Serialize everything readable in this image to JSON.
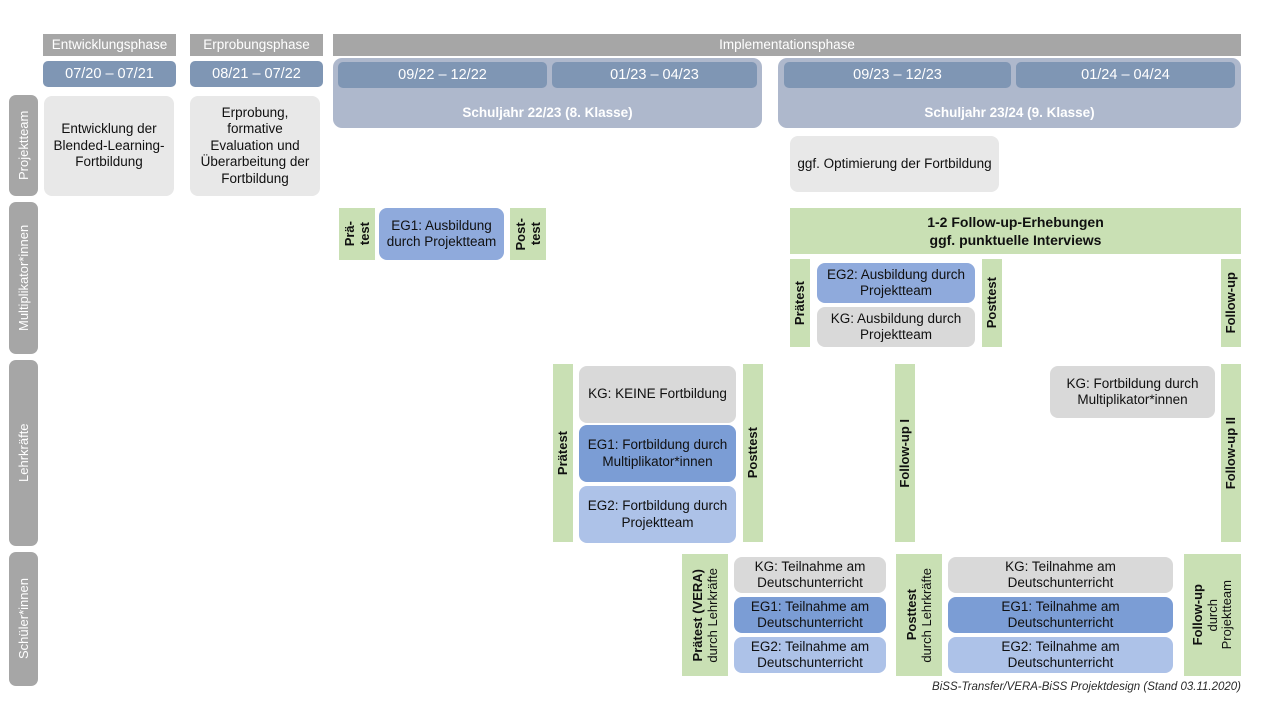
{
  "phases": [
    {
      "name": "phase-entwicklung",
      "label": "Entwicklungsphase"
    },
    {
      "name": "phase-erprobung",
      "label": "Erprobungsphase"
    },
    {
      "name": "phase-implementation",
      "label": "Implementationsphase"
    }
  ],
  "date_bars": [
    {
      "label": "07/20 – 07/21"
    },
    {
      "label": "08/21 – 07/22"
    },
    {
      "label": "09/22 – 12/22"
    },
    {
      "label": "01/23 – 04/23"
    },
    {
      "label": "09/23 – 12/23"
    },
    {
      "label": "01/24 – 04/24"
    }
  ],
  "school_years": [
    {
      "label": "Schuljahr 22/23 (8. Klasse)"
    },
    {
      "label": "Schuljahr 23/24 (9. Klasse)"
    }
  ],
  "row_labels": [
    {
      "label": "Projektteam"
    },
    {
      "label": "Multiplikator*innen"
    },
    {
      "label": "Lehrkräfte"
    },
    {
      "label": "Schüler*innen"
    }
  ],
  "projektteam": {
    "entwicklung": "Entwicklung der Blended-Learning-Fortbildung",
    "erprobung": "Erprobung, formative Evaluation und Überarbeitung der Fortbildung",
    "optimierung": "ggf. Optimierung der Fortbildung"
  },
  "multiplikatoren": {
    "praetest_line1": "Prä-",
    "praetest_line2": "test",
    "posttest_line1": "Post-",
    "posttest_line2": "test",
    "eg1": "EG1: Ausbildung durch Projektteam",
    "followup_band_line1": "1-2 Follow-up-Erhebungen",
    "followup_band_line2": "ggf. punktuelle Interviews",
    "praetest2": "Prätest",
    "posttest2": "Posttest",
    "followup": "Follow-up",
    "eg2": "EG2: Ausbildung durch Projektteam",
    "kg": "KG: Ausbildung durch Projektteam"
  },
  "lehrkraefte": {
    "praetest": "Prätest",
    "posttest": "Posttest",
    "followup1": "Follow-up I",
    "followup2": "Follow-up II",
    "kg_keine": "KG:  KEINE Fortbildung",
    "eg1": "EG1: Fortbildung durch Multiplikator*innen",
    "eg2": "EG2: Fortbildung durch Projektteam",
    "kg_mult": "KG: Fortbildung durch Multiplikator*innen"
  },
  "schueler": {
    "praetest_main": "Prätest (VERA)",
    "praetest_sub": "durch Lehrkräfte",
    "posttest_main": "Posttest",
    "posttest_sub": "durch Lehrkräfte",
    "followup_main": "Follow-up",
    "followup_sub1": "durch",
    "followup_sub2": "Projektteam",
    "kg": "KG: Teilnahme am Deutschunterricht",
    "eg1": "EG1: Teilnahme am Deutschunterricht",
    "eg2": "EG2: Teilnahme am Deutschunterricht"
  },
  "footer": {
    "text": "BiSS-Transfer/VERA-BiSS Projektdesign (Stand 03.11.2020)"
  },
  "colors": {
    "header_gray": "#a6a6a6",
    "date_blue": "#7f96b4",
    "schuljahr_blue": "#aeb8cc",
    "green": "#c9e0b4",
    "blue_mid": "#8faadc",
    "blue_dark": "#7b9dd5",
    "blue_light": "#adc2e8",
    "gray_card": "#e8e8e8"
  }
}
